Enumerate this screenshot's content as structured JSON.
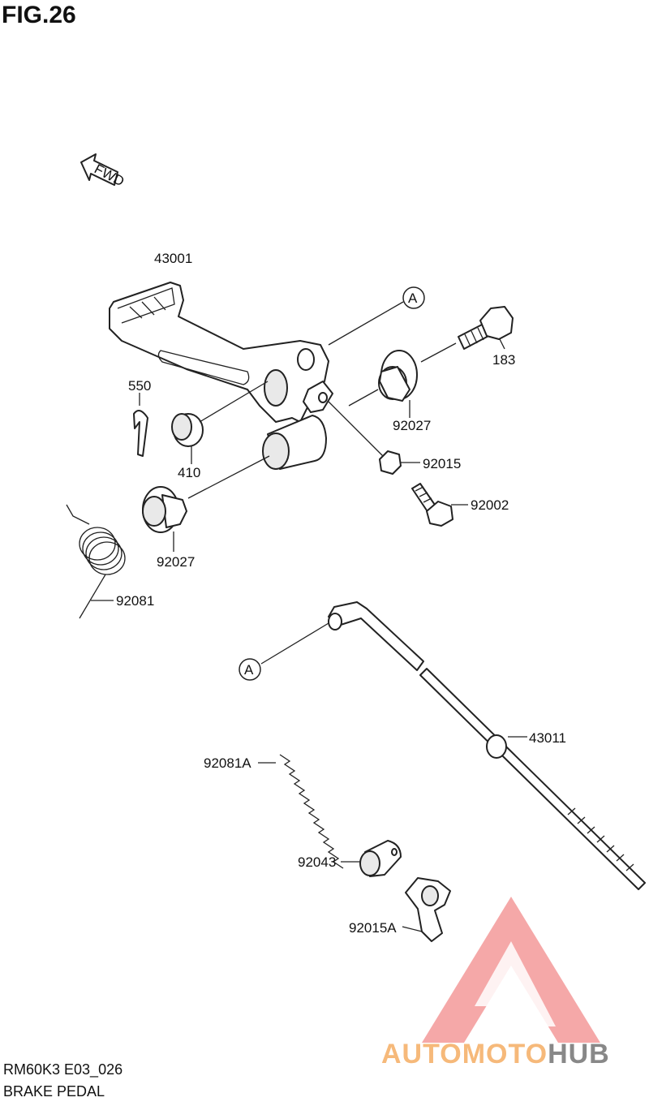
{
  "figure_title": "FIG.26",
  "direction_label": "FWD",
  "ref_marker": "A",
  "parts": {
    "p43001": "43001",
    "p550": "550",
    "p410": "410",
    "p92027_upper": "92027",
    "p183": "183",
    "p92015": "92015",
    "p92002": "92002",
    "p92027_lower": "92027",
    "p92081": "92081",
    "p43011": "43011",
    "p92081A": "92081A",
    "p92043": "92043",
    "p92015A": "92015A"
  },
  "footer": {
    "code": "RM60K3 E03_026",
    "name": "BRAKE PEDAL"
  },
  "watermark": {
    "part1": "AUTOMOTO",
    "part2": "HUB",
    "color1": "#f6b97a",
    "color2": "#888888",
    "logo_color": "#f28b8b"
  }
}
